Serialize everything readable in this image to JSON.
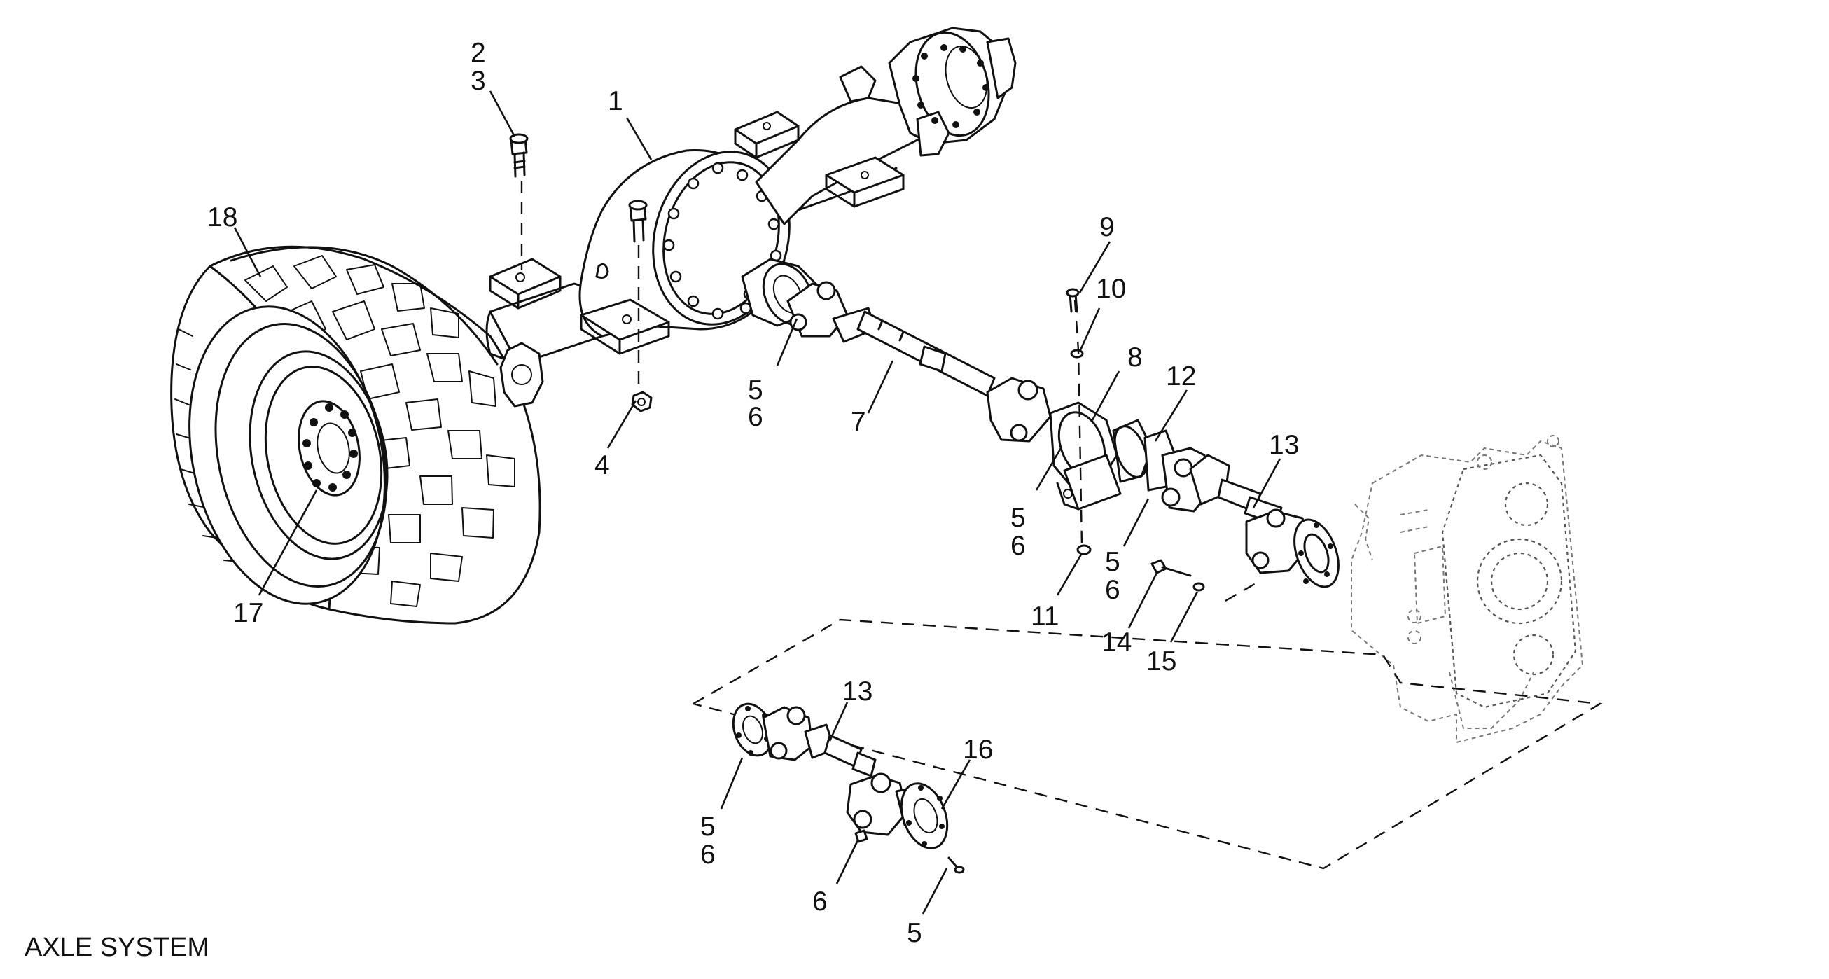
{
  "title": "AXLE SYSTEM",
  "callouts": [
    {
      "id": "c1",
      "text": "1"
    },
    {
      "id": "c2",
      "text": "2"
    },
    {
      "id": "c3",
      "text": "3"
    },
    {
      "id": "c4",
      "text": "4"
    },
    {
      "id": "c5a",
      "text": "5"
    },
    {
      "id": "c6a",
      "text": "6"
    },
    {
      "id": "c7",
      "text": "7"
    },
    {
      "id": "c8",
      "text": "8"
    },
    {
      "id": "c5b",
      "text": "5"
    },
    {
      "id": "c6b",
      "text": "6"
    },
    {
      "id": "c9",
      "text": "9"
    },
    {
      "id": "c10",
      "text": "10"
    },
    {
      "id": "c11",
      "text": "11"
    },
    {
      "id": "c12",
      "text": "12"
    },
    {
      "id": "c5c",
      "text": "5"
    },
    {
      "id": "c6c",
      "text": "6"
    },
    {
      "id": "c13a",
      "text": "13"
    },
    {
      "id": "c14",
      "text": "14"
    },
    {
      "id": "c15",
      "text": "15"
    },
    {
      "id": "c17",
      "text": "17"
    },
    {
      "id": "c18",
      "text": "18"
    },
    {
      "id": "c13b",
      "text": "13"
    },
    {
      "id": "c16",
      "text": "16"
    },
    {
      "id": "c5d",
      "text": "5"
    },
    {
      "id": "c6d",
      "text": "6"
    },
    {
      "id": "c6e",
      "text": "6"
    },
    {
      "id": "c5e",
      "text": "5"
    }
  ]
}
